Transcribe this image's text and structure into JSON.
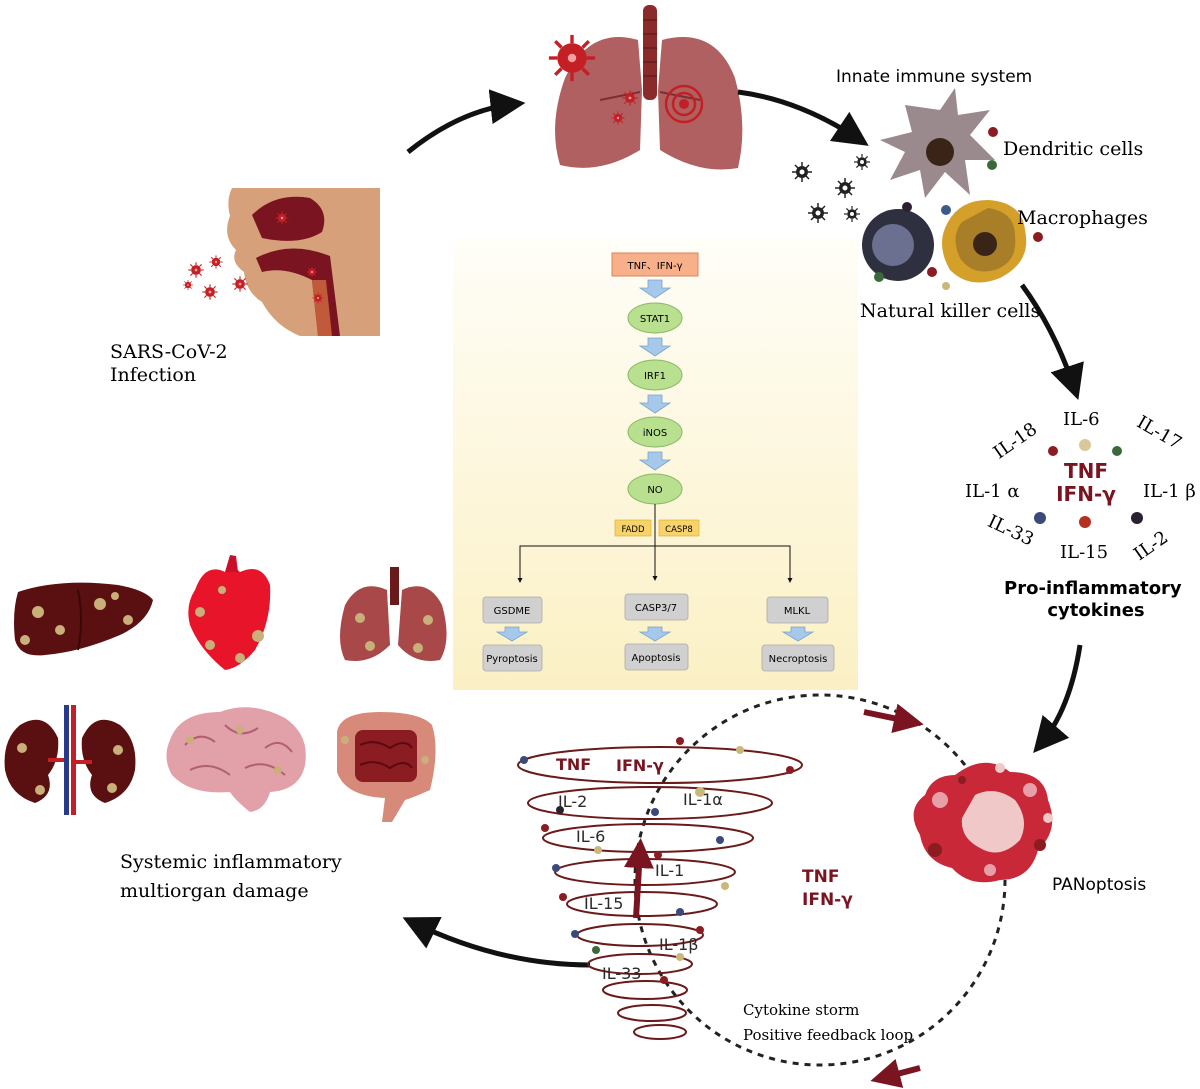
{
  "labels": {
    "infection": [
      "SARS-CoV-2",
      "Infection"
    ],
    "innate_immune_system": "Innate immune system",
    "dendritic_cells": "Dendritic cells",
    "macrophages": "Macrophages",
    "natural_killer_cells": "Natural killer cells",
    "pro_inflammatory": [
      "Pro-inflammatory",
      "cytokines"
    ],
    "panoptosis": "PANoptosis",
    "systemic_damage": [
      "Systemic inflammatory",
      "multiorgan damage"
    ],
    "cytokine_storm": [
      "Cytokine storm",
      "Positive feedback loop"
    ]
  },
  "cytokine_ring": {
    "center": [
      "TNF",
      "IFN-γ"
    ],
    "items": [
      {
        "text": "IL-18"
      },
      {
        "text": "IL-6"
      },
      {
        "text": "IL-17"
      },
      {
        "text": "IL-1 α"
      },
      {
        "text": "IL-1 β"
      },
      {
        "text": "IL-33"
      },
      {
        "text": "IL-15"
      },
      {
        "text": "IL-2"
      }
    ]
  },
  "tornado": {
    "labels": [
      "TNF",
      "IFN-γ",
      "IL-2",
      "IL-1α",
      "IL-6",
      "IL-1",
      "IL-15",
      "IL-1β",
      "IL-33"
    ],
    "side_label": [
      "TNF",
      "IFN-γ"
    ]
  },
  "pathway": {
    "top": "TNF、IFN-γ",
    "steps": [
      "STAT1",
      "IRF1",
      "iNOS",
      "NO"
    ],
    "adaptors": [
      "FADD",
      "CASP8"
    ],
    "branches": [
      {
        "protein": "GSDME",
        "outcome": "Pyroptosis"
      },
      {
        "protein": "CASP3/7",
        "outcome": "Apoptosis"
      },
      {
        "protein": "MLKL",
        "outcome": "Necroptosis"
      }
    ]
  },
  "colors": {
    "dark_red": "#7a1420",
    "virus_red": "#c41f24",
    "arrow": "#111111",
    "pathway_green": "#b8e08e",
    "pathway_top": "#f7b08a",
    "pathway_grey": "#d0d0d0",
    "adaptor_yellow": "#f8d36a"
  },
  "icons": [
    "virus-icon",
    "lungs-icon",
    "head-profile-icon",
    "dendritic-cell-icon",
    "macrophage-icon",
    "nk-cell-icon",
    "liver-icon",
    "heart-icon",
    "kidneys-icon",
    "brain-icon",
    "intestine-icon",
    "panoptosis-cell-icon",
    "tornado-icon"
  ]
}
